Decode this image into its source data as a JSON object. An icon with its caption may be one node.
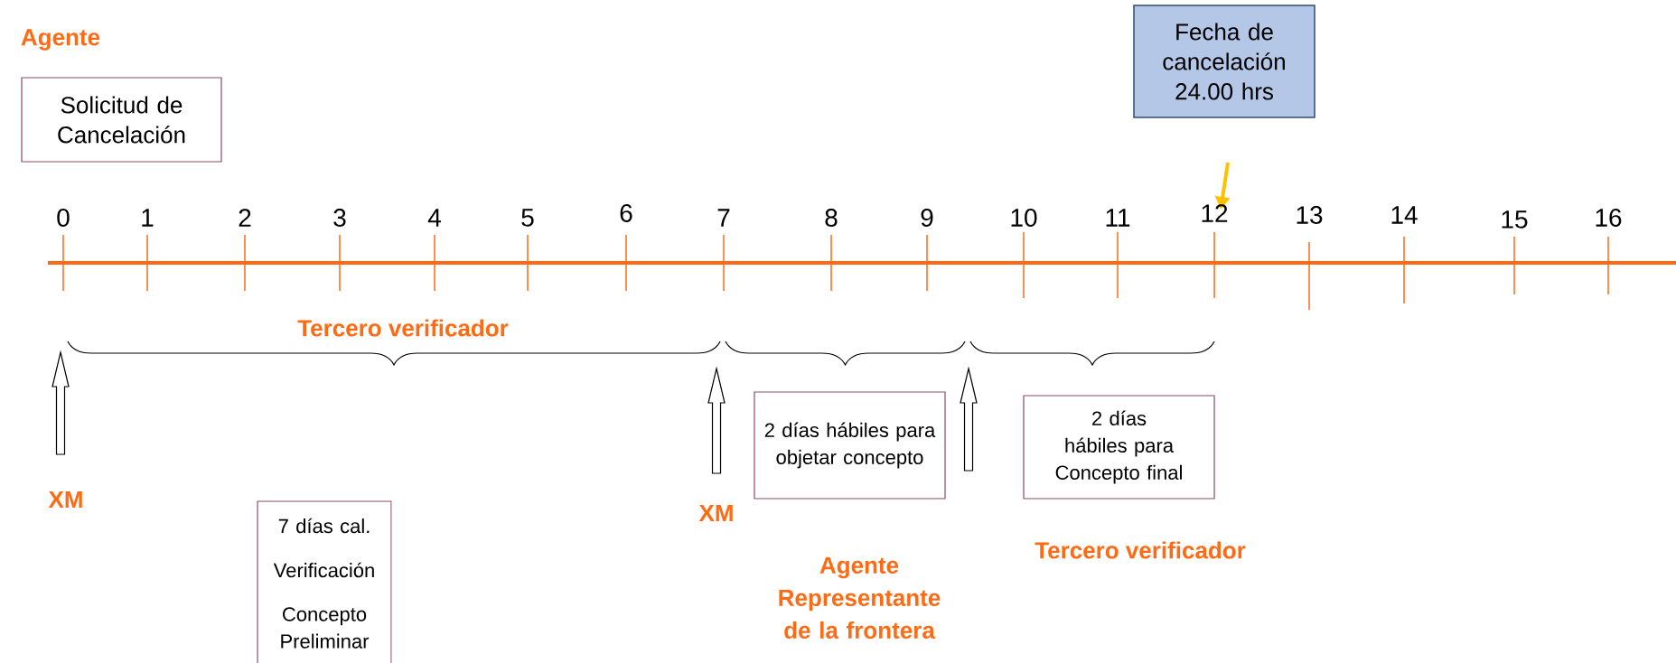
{
  "diagram": {
    "nodes": [
      {
        "text": [
          "Solicitud de Cancelación"
        ]
      },
      {
        "text": [
          "Fecha de cancelación 24.00 hrs"
        ]
      },
      {
        "text": [
          "7 días cal.",
          "Verificación",
          "Concepto Preliminar"
        ]
      },
      {
        "text": [
          "2 días hábiles para objetar concepto"
        ]
      },
      {
        "text": [
          "2 días hábiles para Concepto final"
        ]
      }
    ],
    "labels": [
      "Agente",
      "0",
      "1",
      "2",
      "3",
      "4",
      "5",
      "6",
      "7",
      "8",
      "9",
      "10",
      "11",
      "12",
      "13",
      "14",
      "15",
      "16",
      "Tercero verificador",
      "XM",
      "XM",
      "Agente Representante de la frontera",
      "Tercero verificador"
    ]
  }
}
